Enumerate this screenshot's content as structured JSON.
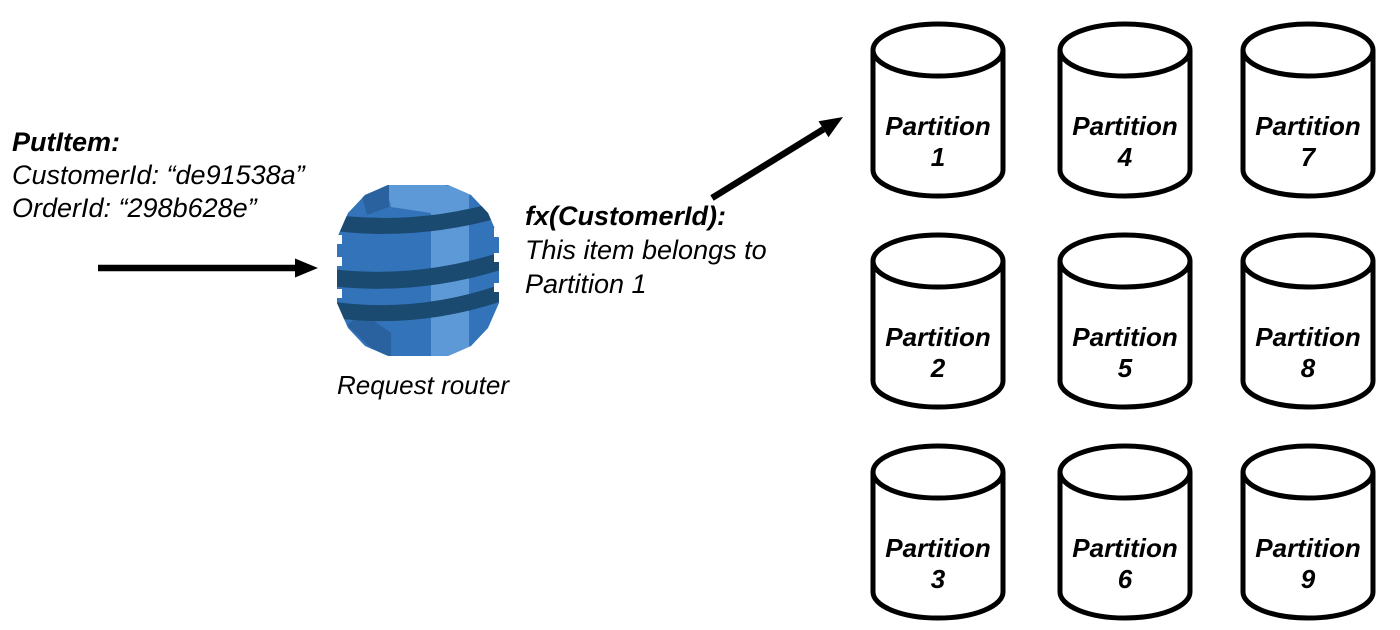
{
  "colors": {
    "background": "#ffffff",
    "line": "#000000",
    "icon_base": "#3273B9",
    "icon_light": "#5D99D6",
    "icon_mid_shadow": "#2A629F",
    "icon_dark_band": "#1B4A71"
  },
  "request": {
    "title": "PutItem:",
    "lines": [
      "CustomerId: “de91538a”",
      "OrderId: “298b628e”"
    ]
  },
  "router": {
    "icon": "dynamodb-icon",
    "label": "Request router"
  },
  "routing_note": {
    "title": "fx(CustomerId):",
    "lines": [
      "This item belongs to",
      "Partition 1"
    ]
  },
  "partitions": {
    "label": "Partition",
    "items": [
      {
        "number": "1"
      },
      {
        "number": "4"
      },
      {
        "number": "7"
      },
      {
        "number": "2"
      },
      {
        "number": "5"
      },
      {
        "number": "8"
      },
      {
        "number": "3"
      },
      {
        "number": "6"
      },
      {
        "number": "9"
      }
    ]
  }
}
